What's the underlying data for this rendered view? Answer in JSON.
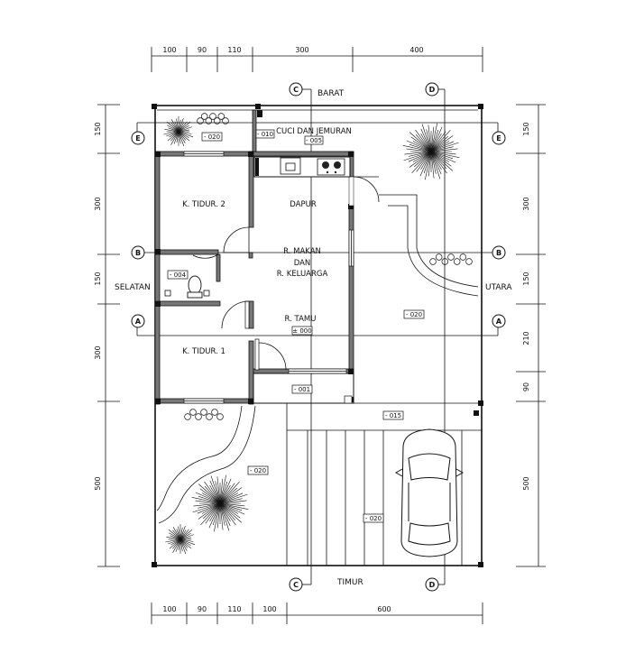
{
  "directions": {
    "north": "UTARA",
    "south": "SELATAN",
    "east": "TIMUR",
    "west": "BARAT"
  },
  "rooms": {
    "laundry": "CUCI DAN JEMURAN",
    "kitchen": "DAPUR",
    "bedroom2": "K. TIDUR. 2",
    "dining_line1": "R. MAKAN",
    "dining_line2": "DAN",
    "dining_line3": "R. KELUARGA",
    "living": "R. TAMU",
    "bedroom1": "K. TIDUR. 1"
  },
  "levels": {
    "garden_top_left": "- 020",
    "laundry_a": "- 010",
    "laundry_b": "- 005",
    "bathroom": "- 004",
    "living": "± 000",
    "terrace": "- 001",
    "side_yard": "- 020",
    "carport": "- 015",
    "garden_bottom": "- 020",
    "carport_floor": "- 020"
  },
  "dimensions": {
    "top": [
      "100",
      "90",
      "110",
      "300",
      "400"
    ],
    "bottom": [
      "100",
      "90",
      "110",
      "100",
      "600"
    ],
    "left": [
      "150",
      "300",
      "150",
      "300",
      "500"
    ],
    "right": [
      "150",
      "300",
      "150",
      "210",
      "90",
      "500"
    ]
  },
  "grid_axes": {
    "rows": [
      "E",
      "B",
      "A"
    ],
    "columns": [
      "C",
      "D"
    ]
  }
}
